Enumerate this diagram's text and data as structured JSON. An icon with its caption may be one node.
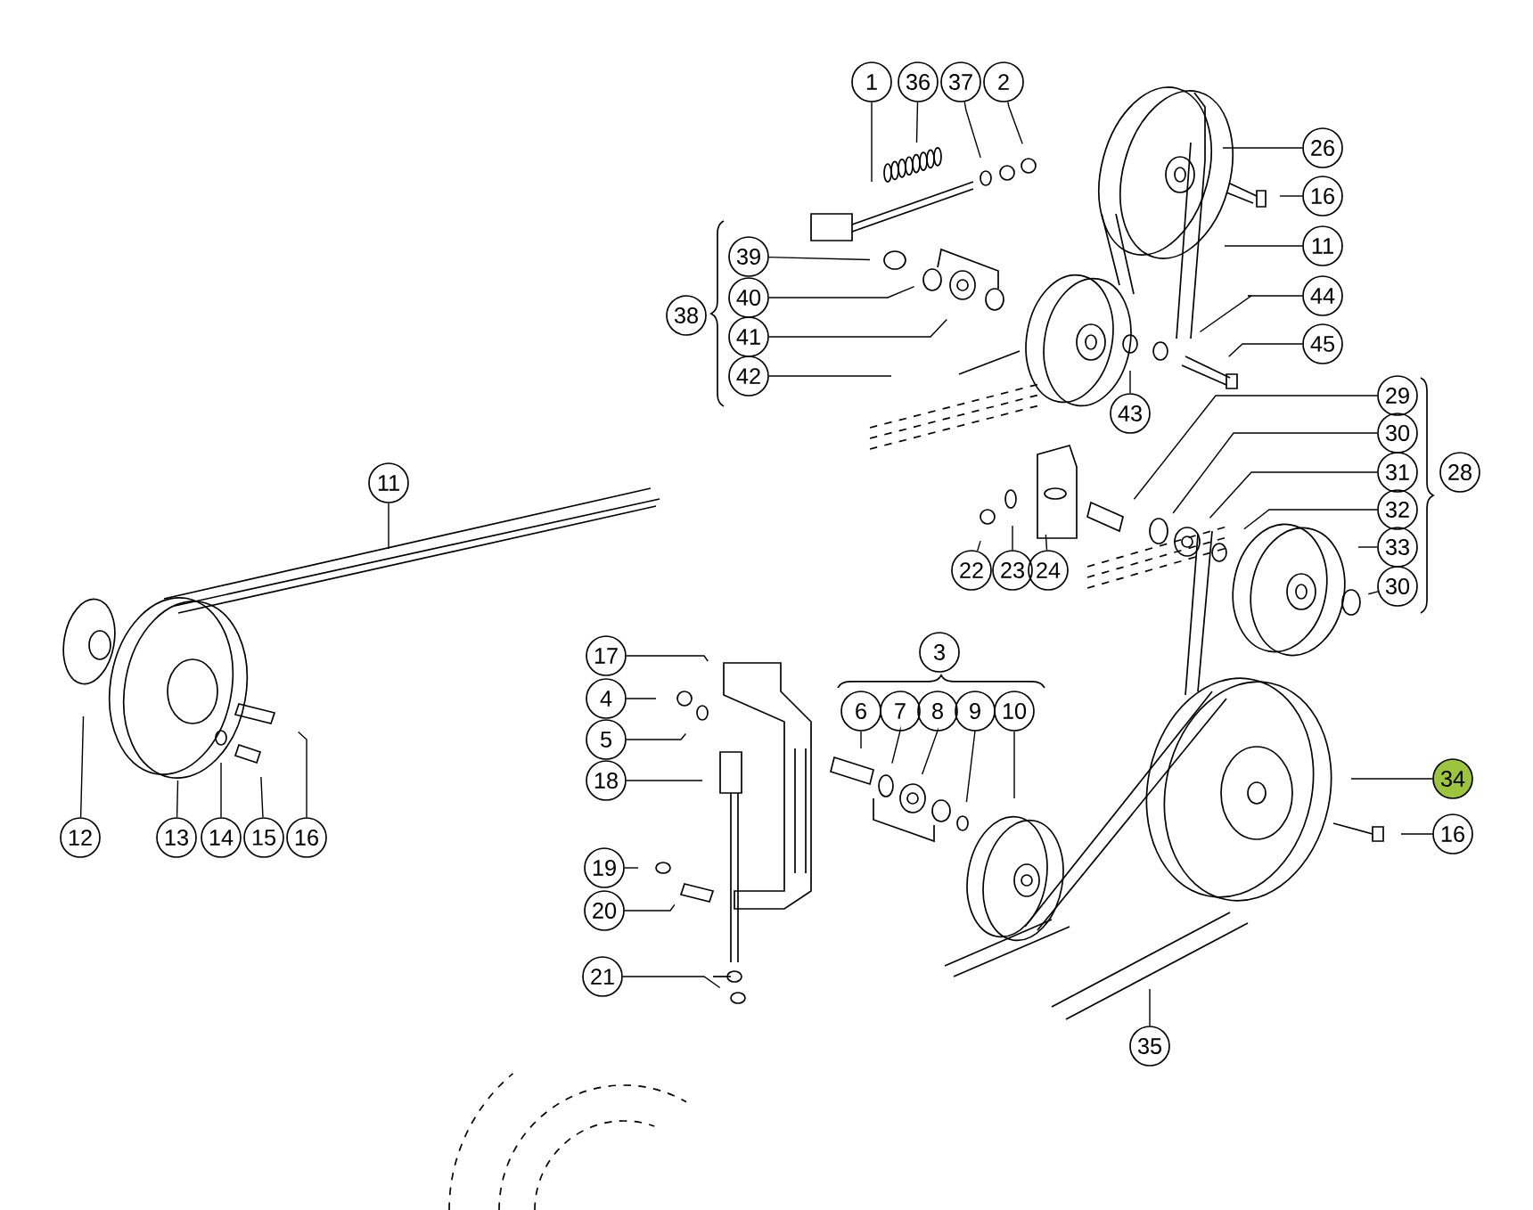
{
  "diagram": {
    "nodes": [
      {
        "text": [
          "1"
        ]
      },
      {
        "text": [
          "36"
        ]
      },
      {
        "text": [
          "37"
        ]
      },
      {
        "text": [
          "2"
        ]
      },
      {
        "text": [
          "26"
        ]
      },
      {
        "text": [
          "16"
        ]
      },
      {
        "text": [
          "11"
        ]
      },
      {
        "text": [
          "39"
        ]
      },
      {
        "text": [
          "38"
        ]
      },
      {
        "text": [
          "40"
        ]
      },
      {
        "text": [
          "44"
        ]
      },
      {
        "text": [
          "41"
        ]
      },
      {
        "text": [
          "45"
        ]
      },
      {
        "text": [
          "42"
        ]
      },
      {
        "text": [
          "29"
        ]
      },
      {
        "text": [
          "43"
        ]
      },
      {
        "text": [
          "30"
        ]
      },
      {
        "text": [
          "31"
        ]
      },
      {
        "text": [
          "28"
        ]
      },
      {
        "text": [
          "11"
        ]
      },
      {
        "text": [
          "32"
        ]
      },
      {
        "text": [
          "33"
        ]
      },
      {
        "text": [
          "22"
        ]
      },
      {
        "text": [
          "23"
        ]
      },
      {
        "text": [
          "24"
        ]
      },
      {
        "text": [
          "30"
        ]
      },
      {
        "text": [
          "17"
        ]
      },
      {
        "text": [
          "3"
        ]
      },
      {
        "text": [
          "4"
        ]
      },
      {
        "text": [
          "6"
        ]
      },
      {
        "text": [
          "7"
        ]
      },
      {
        "text": [
          "8"
        ]
      },
      {
        "text": [
          "9"
        ]
      },
      {
        "text": [
          "10"
        ]
      },
      {
        "text": [
          "5"
        ]
      },
      {
        "text": [
          "18"
        ]
      },
      {
        "text": [
          "34"
        ]
      },
      {
        "text": [
          "12"
        ]
      },
      {
        "text": [
          "13"
        ]
      },
      {
        "text": [
          "14"
        ]
      },
      {
        "text": [
          "15"
        ]
      },
      {
        "text": [
          "16"
        ]
      },
      {
        "text": [
          "16"
        ]
      },
      {
        "text": [
          "19"
        ]
      },
      {
        "text": [
          "20"
        ]
      },
      {
        "text": [
          "21"
        ]
      },
      {
        "text": [
          "35"
        ]
      }
    ],
    "edges": [
      {
        "from": 0,
        "to": null,
        "arrow": "none"
      },
      {
        "from": 1,
        "to": null,
        "arrow": "none"
      },
      {
        "from": 2,
        "to": null,
        "arrow": "none"
      },
      {
        "from": 3,
        "to": null,
        "arrow": "none"
      },
      {
        "from": 4,
        "to": null,
        "arrow": "none"
      },
      {
        "from": 5,
        "to": null,
        "arrow": "none"
      },
      {
        "from": 6,
        "to": null,
        "arrow": "none"
      },
      {
        "from": 7,
        "to": null,
        "arrow": "none"
      },
      {
        "from": 9,
        "to": null,
        "arrow": "none"
      },
      {
        "from": 10,
        "to": null,
        "arrow": "none"
      },
      {
        "from": 11,
        "to": null,
        "arrow": "none"
      },
      {
        "from": 12,
        "to": null,
        "arrow": "none"
      },
      {
        "from": 13,
        "to": null,
        "arrow": "none"
      },
      {
        "from": 14,
        "to": null,
        "arrow": "none"
      },
      {
        "from": 15,
        "to": null,
        "arrow": "none"
      },
      {
        "from": 16,
        "to": null,
        "arrow": "none"
      },
      {
        "from": 17,
        "to": null,
        "arrow": "none"
      },
      {
        "from": 19,
        "to": null,
        "arrow": "none"
      },
      {
        "from": 20,
        "to": null,
        "arrow": "none"
      },
      {
        "from": 21,
        "to": null,
        "arrow": "none"
      },
      {
        "from": 22,
        "to": null,
        "arrow": "none"
      },
      {
        "from": 23,
        "to": null,
        "arrow": "none"
      },
      {
        "from": 24,
        "to": null,
        "arrow": "none"
      },
      {
        "from": 25,
        "to": null,
        "arrow": "none"
      },
      {
        "from": 26,
        "to": null,
        "arrow": "none"
      },
      {
        "from": 28,
        "to": null,
        "arrow": "none"
      },
      {
        "from": 29,
        "to": null,
        "arrow": "none"
      },
      {
        "from": 30,
        "to": null,
        "arrow": "none"
      },
      {
        "from": 31,
        "to": null,
        "arrow": "none"
      },
      {
        "from": 32,
        "to": null,
        "arrow": "none"
      },
      {
        "from": 33,
        "to": null,
        "arrow": "none"
      },
      {
        "from": 34,
        "to": null,
        "arrow": "none"
      },
      {
        "from": 35,
        "to": null,
        "arrow": "none"
      },
      {
        "from": 36,
        "to": null,
        "arrow": "none"
      },
      {
        "from": 37,
        "to": null,
        "arrow": "none"
      },
      {
        "from": 38,
        "to": null,
        "arrow": "none"
      },
      {
        "from": 39,
        "to": null,
        "arrow": "none"
      },
      {
        "from": 40,
        "to": null,
        "arrow": "none"
      },
      {
        "from": 41,
        "to": null,
        "arrow": "none"
      },
      {
        "from": 42,
        "to": null,
        "arrow": "none"
      },
      {
        "from": 43,
        "to": null,
        "arrow": "none"
      },
      {
        "from": 44,
        "to": null,
        "arrow": "none"
      },
      {
        "from": 45,
        "to": null,
        "arrow": "none"
      },
      {
        "from": 46,
        "to": null,
        "arrow": "none"
      }
    ]
  }
}
